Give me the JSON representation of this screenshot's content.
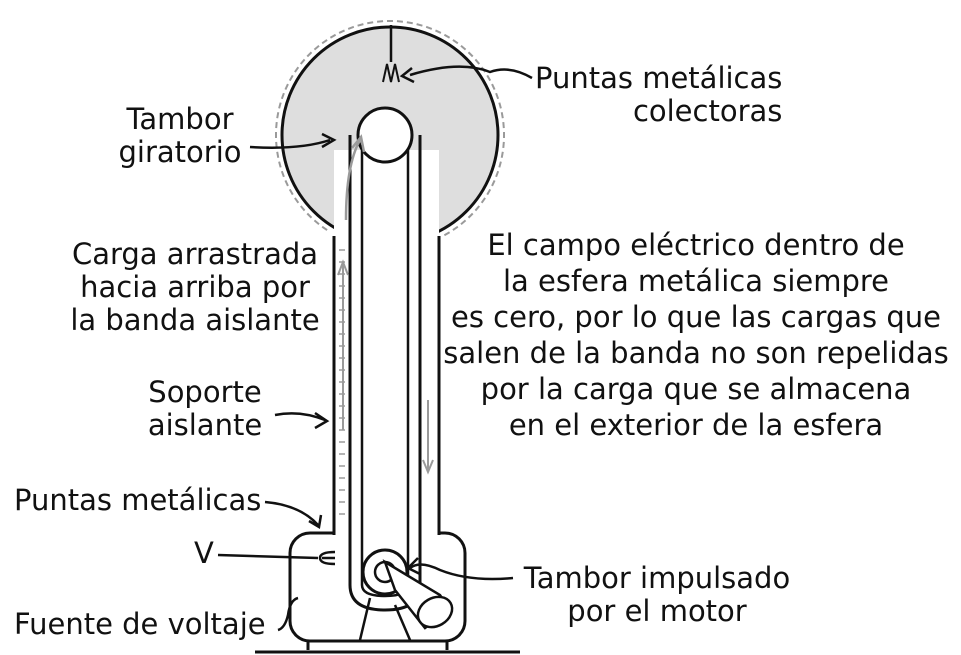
{
  "labels": {
    "puntas_colectoras": [
      "Puntas metálicas",
      "colectoras"
    ],
    "tambor_giratorio": [
      "Tambor",
      "giratorio"
    ],
    "carga_arrastrada": [
      "Carga arrastrada",
      "hacia arriba por",
      "la banda aislante"
    ],
    "soporte_aislante": [
      "Soporte",
      "aislante"
    ],
    "puntas_metalicas": "Puntas metálicas",
    "v": "V",
    "fuente_voltaje": "Fuente de voltaje",
    "tambor_impulsado": [
      "Tambor impulsado",
      "por el motor"
    ],
    "campo_electrico": [
      "El campo eléctrico dentro de",
      "la esfera metálica siempre",
      "es cero, por lo que las cargas que",
      "salen de la banda no son repelidas",
      "por la carga que se almacena",
      "en el exterior de la esfera"
    ]
  },
  "colors": {
    "sphere_fill": "#dedede",
    "line": "#111111",
    "charge_marks": "#9a9a9a"
  }
}
